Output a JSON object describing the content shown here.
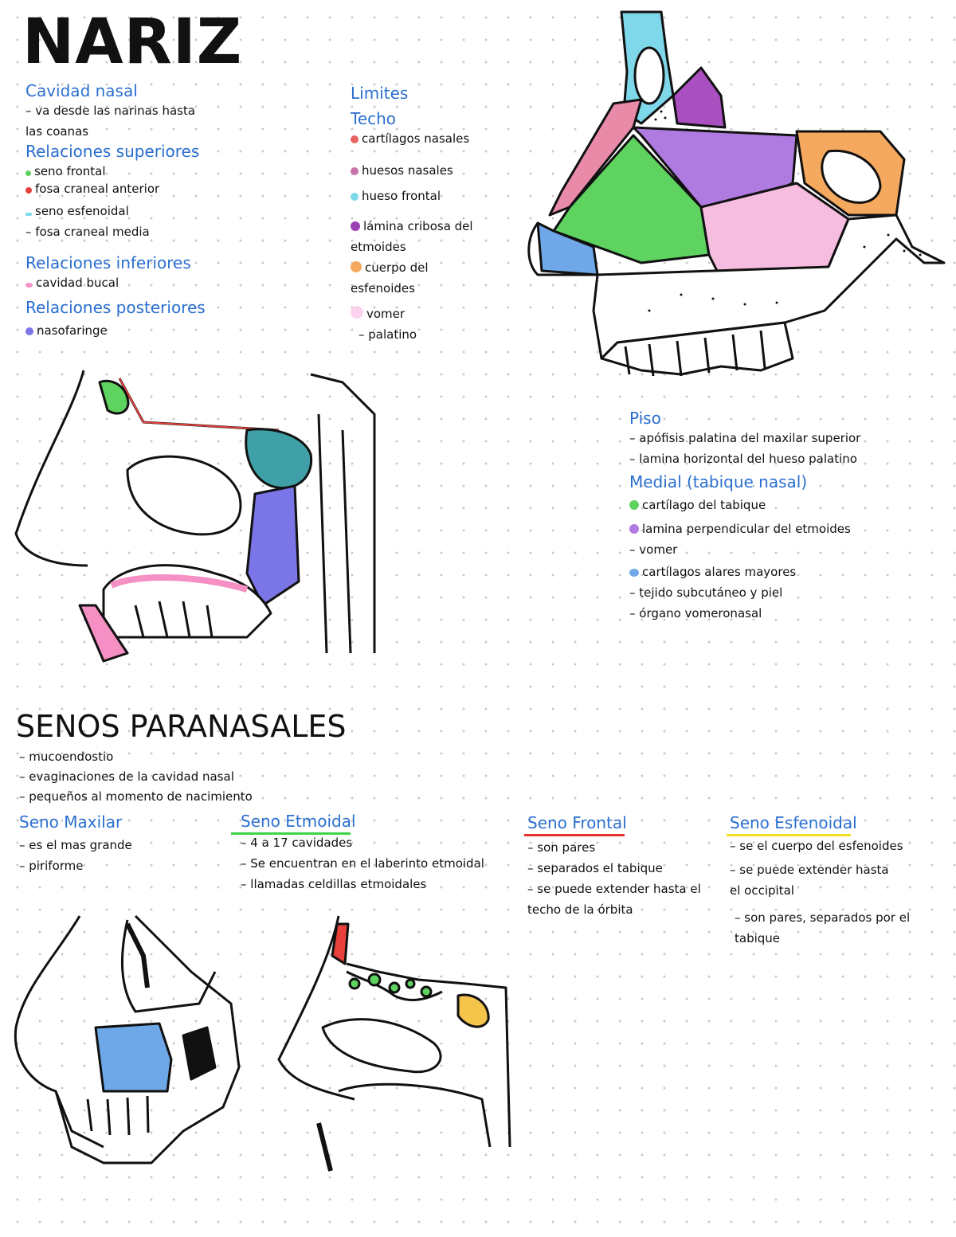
{
  "title": "NARIZ",
  "cavidad": {
    "heading": "Cavidad nasal",
    "lines": [
      "va desde las narinas hasta",
      "las coanas"
    ],
    "sup_heading": "Relaciones superiores",
    "superiores": [
      {
        "text": "seno frontal",
        "color": "#5fd35f"
      },
      {
        "text": "fosa craneal anterior",
        "color": "#e8403a"
      },
      {
        "text": "seno esfenoidal",
        "color": "#7fd7ea"
      },
      {
        "text": "fosa craneal media",
        "color": ""
      }
    ],
    "inf_heading": "Relaciones inferiores",
    "inferiores": [
      {
        "text": "cavidad bucal",
        "color": "#f58fc4"
      }
    ],
    "post_heading": "Relaciones posteriores",
    "posteriores": [
      {
        "text": "nasofaringe",
        "color": "#7a76e8"
      }
    ]
  },
  "limites": {
    "heading": "Limites",
    "techo_heading": "Techo",
    "techo": [
      {
        "text": "cartílagos nasales",
        "color": "#e8635f"
      },
      {
        "text": "huesos nasales",
        "color": "#c974a8"
      },
      {
        "text": "hueso frontal",
        "color": "#7fd7ea"
      },
      {
        "text": "lámina cribosa del",
        "color": "#9c3fb0"
      },
      {
        "text": "etmoides",
        "color": ""
      },
      {
        "text": "cuerpo del",
        "color": "#f5a95f"
      },
      {
        "text": "esfenoides",
        "color": ""
      },
      {
        "text": "vomer",
        "color": "#fbd3ee"
      },
      {
        "text": "palatino",
        "color": ""
      }
    ]
  },
  "piso": {
    "heading": "Piso",
    "items": [
      "apófisis palatina del maxilar superior",
      "lamina horizontal del hueso palatino"
    ],
    "medial_heading": "Medial (tabique nasal)",
    "medial": [
      {
        "text": "cartílago del tabique",
        "color": "#5fd35f"
      },
      {
        "text": "lamina perpendicular del etmoides",
        "color": "#b07be0"
      },
      {
        "text": "vomer",
        "color": "#fbd3ee"
      },
      {
        "text": "cartílagos alares mayores",
        "color": "#6fa8e8"
      },
      {
        "text": "tejido subcutáneo y piel",
        "color": ""
      },
      {
        "text": "órgano vomeronasal",
        "color": ""
      }
    ]
  },
  "senos": {
    "title": "SENOS PARANASALES",
    "lines": [
      "mucoendostio",
      "evaginaciones de la cavidad nasal",
      "pequeños al momento de nacimiento"
    ],
    "maxilar": {
      "heading": "Seno Maxilar",
      "items": [
        "es el mas grande",
        "piriforme"
      ]
    },
    "etmoidal": {
      "heading": "Seno Etmoidal",
      "color": "#3fd24a",
      "items": [
        "4 a 17 cavidades",
        "Se encuentran en el laberinto etmoidal",
        "llamadas celdillas etmoidales"
      ]
    },
    "frontal": {
      "heading": "Seno Frontal",
      "color": "#e8302f",
      "items": [
        "son pares",
        "separados el tabique",
        "se puede extender hasta el",
        "techo de la órbita"
      ]
    },
    "esfenoidal": {
      "heading": "Seno Esfenoidal",
      "color": "#f5e020",
      "items": [
        "se el cuerpo del esfenoides",
        "se puede extender hasta",
        "el occipital",
        "son pares, separados por el",
        "tabique"
      ]
    }
  },
  "colors": {
    "accent": "#2a6fd0",
    "green": "#5fd35f",
    "purple": "#b07be0",
    "pink": "#f7bde0",
    "blue": "#6fa8e8",
    "orange": "#f5a95f",
    "cyan": "#7fd7ea"
  }
}
